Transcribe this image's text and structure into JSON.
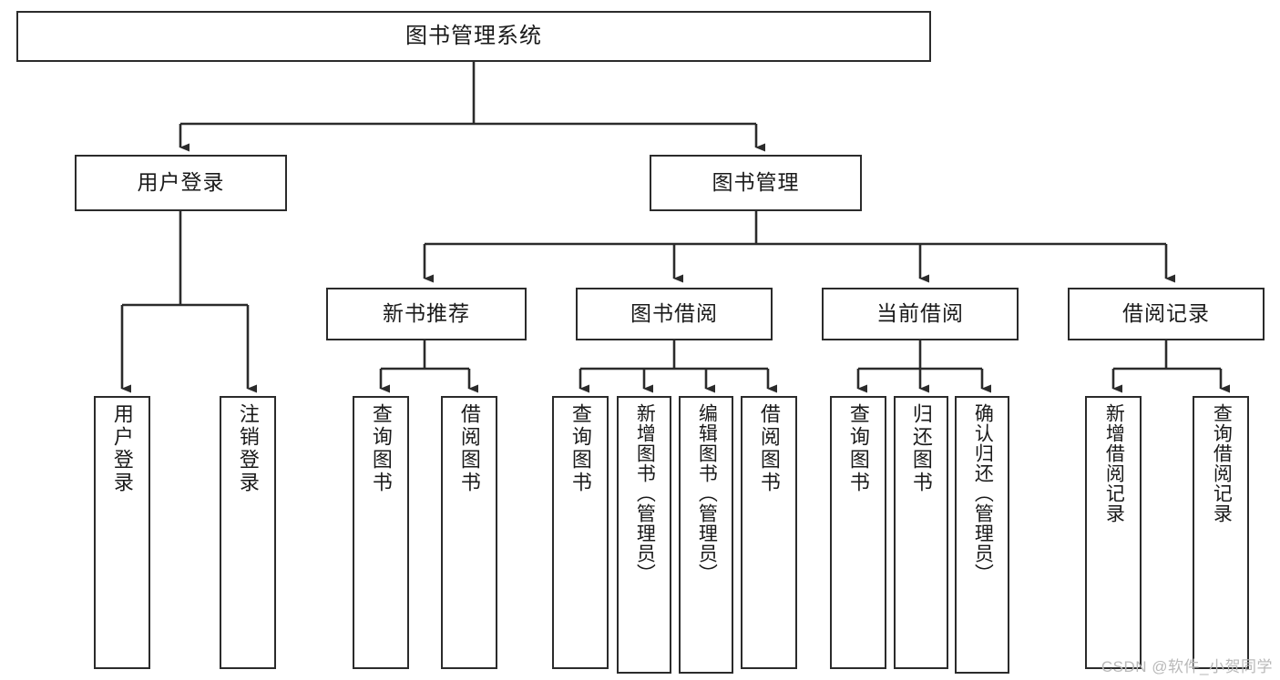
{
  "diagram": {
    "title": "图书管理系统",
    "type": "functional-structure-tree",
    "watermark": "CSDN @软件_小贺同学",
    "colors": {
      "node_border": "#2b2b2b",
      "node_fill": "#ffffff",
      "edge": "#2b2b2b",
      "text": "#1a1a1a",
      "watermark": "#b9b9b9",
      "background": "#ffffff"
    },
    "root": {
      "label": "图书管理系统"
    },
    "level2": [
      {
        "label": "用户登录"
      },
      {
        "label": "图书管理"
      }
    ],
    "level3": [
      {
        "label": "新书推荐"
      },
      {
        "label": "图书借阅"
      },
      {
        "label": "当前借阅"
      },
      {
        "label": "借阅记录"
      }
    ],
    "leaves": {
      "user_login": [
        {
          "label": "用户登录"
        },
        {
          "label": "注销登录"
        }
      ],
      "new_book_recommend": [
        {
          "label": "查询图书"
        },
        {
          "label": "借阅图书"
        }
      ],
      "book_borrow": [
        {
          "label": "查询图书"
        },
        {
          "label": "新增图书（管理员）"
        },
        {
          "label": "编辑图书（管理员）"
        },
        {
          "label": "借阅图书"
        }
      ],
      "current_borrow": [
        {
          "label": "查询图书"
        },
        {
          "label": "归还图书"
        },
        {
          "label": "确认归还（管理员）"
        }
      ],
      "borrow_record": [
        {
          "label": "新增借阅记录"
        },
        {
          "label": "查询借阅记录"
        }
      ]
    }
  }
}
